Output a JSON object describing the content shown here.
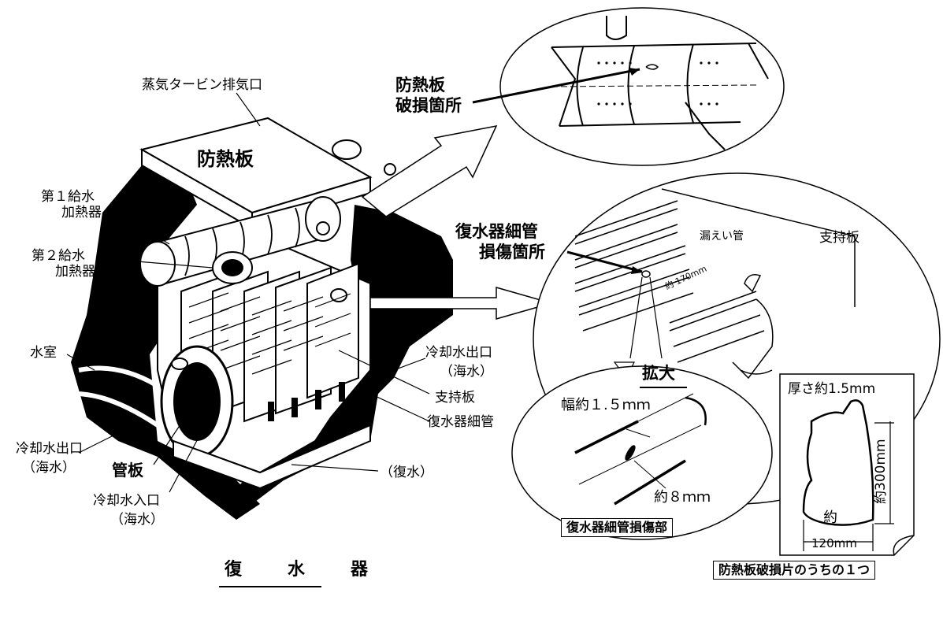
{
  "diagram": {
    "title": "復　水　器",
    "labels": {
      "exhaust": "蒸気タービン排気口",
      "heat_shield": "防熱板",
      "feed_heater1_a": "第１給水",
      "feed_heater1_b": "加熱器",
      "feed_heater2_a": "第２給水",
      "feed_heater2_b": "加熱器",
      "water_box": "水室",
      "cw_outlet_left_a": "冷却水出口",
      "cw_outlet_left_b": "（海水）",
      "tube_sheet": "管板",
      "cw_inlet_a": "冷却水入口",
      "cw_inlet_b": "（海水）",
      "cw_outlet_right_a": "冷却水出口",
      "cw_outlet_right_b": "（海水）",
      "support_plate": "支持板",
      "condenser_tube": "復水器細管",
      "condensate": "（復水）"
    },
    "callouts": {
      "shield_damage_a": "防熱板",
      "shield_damage_b": "破損箇所",
      "tube_damage_a": "復水器細管",
      "tube_damage_b": "損傷箇所",
      "leak_tube": "漏えい管",
      "support_plate2": "支持板",
      "approx_170": "約 170mm",
      "enlarge": "拡大",
      "width_15": "幅約１.５ｍｍ",
      "approx_8": "約８ｍｍ",
      "tube_damage_part": "復水器細管損傷部",
      "thickness": "厚さ約1.5mm",
      "approx_300": "約300mm",
      "approx": "約",
      "width_120": "120mm",
      "shield_fragment": "防熱板破損片のうちの１つ"
    }
  }
}
